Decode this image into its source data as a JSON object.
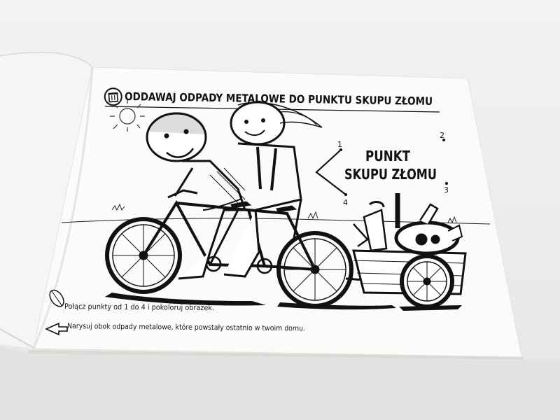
{
  "page": {
    "title": "ODDAWAJ ODPADY METALOWE DO PUNKTU SKUPU ZŁOMU",
    "sign": {
      "line1": "PUNKT",
      "line2": "SKUPU ZŁOMU"
    },
    "dots": [
      "1",
      "2",
      "3",
      "4"
    ],
    "instructions": [
      "Połącz punkty od 1 do 4 i pokoloruj obrazek.",
      "Narysuj obok odpady metalowe, które powstały ostatnio w twoim domu."
    ]
  },
  "colors": {
    "paper": "#fbfbf9",
    "ink": "#111111",
    "background": "#ececea"
  },
  "icons": [
    "recycle-bin-icon",
    "pencil-icon",
    "arrow-left-icon",
    "sun-icon"
  ]
}
